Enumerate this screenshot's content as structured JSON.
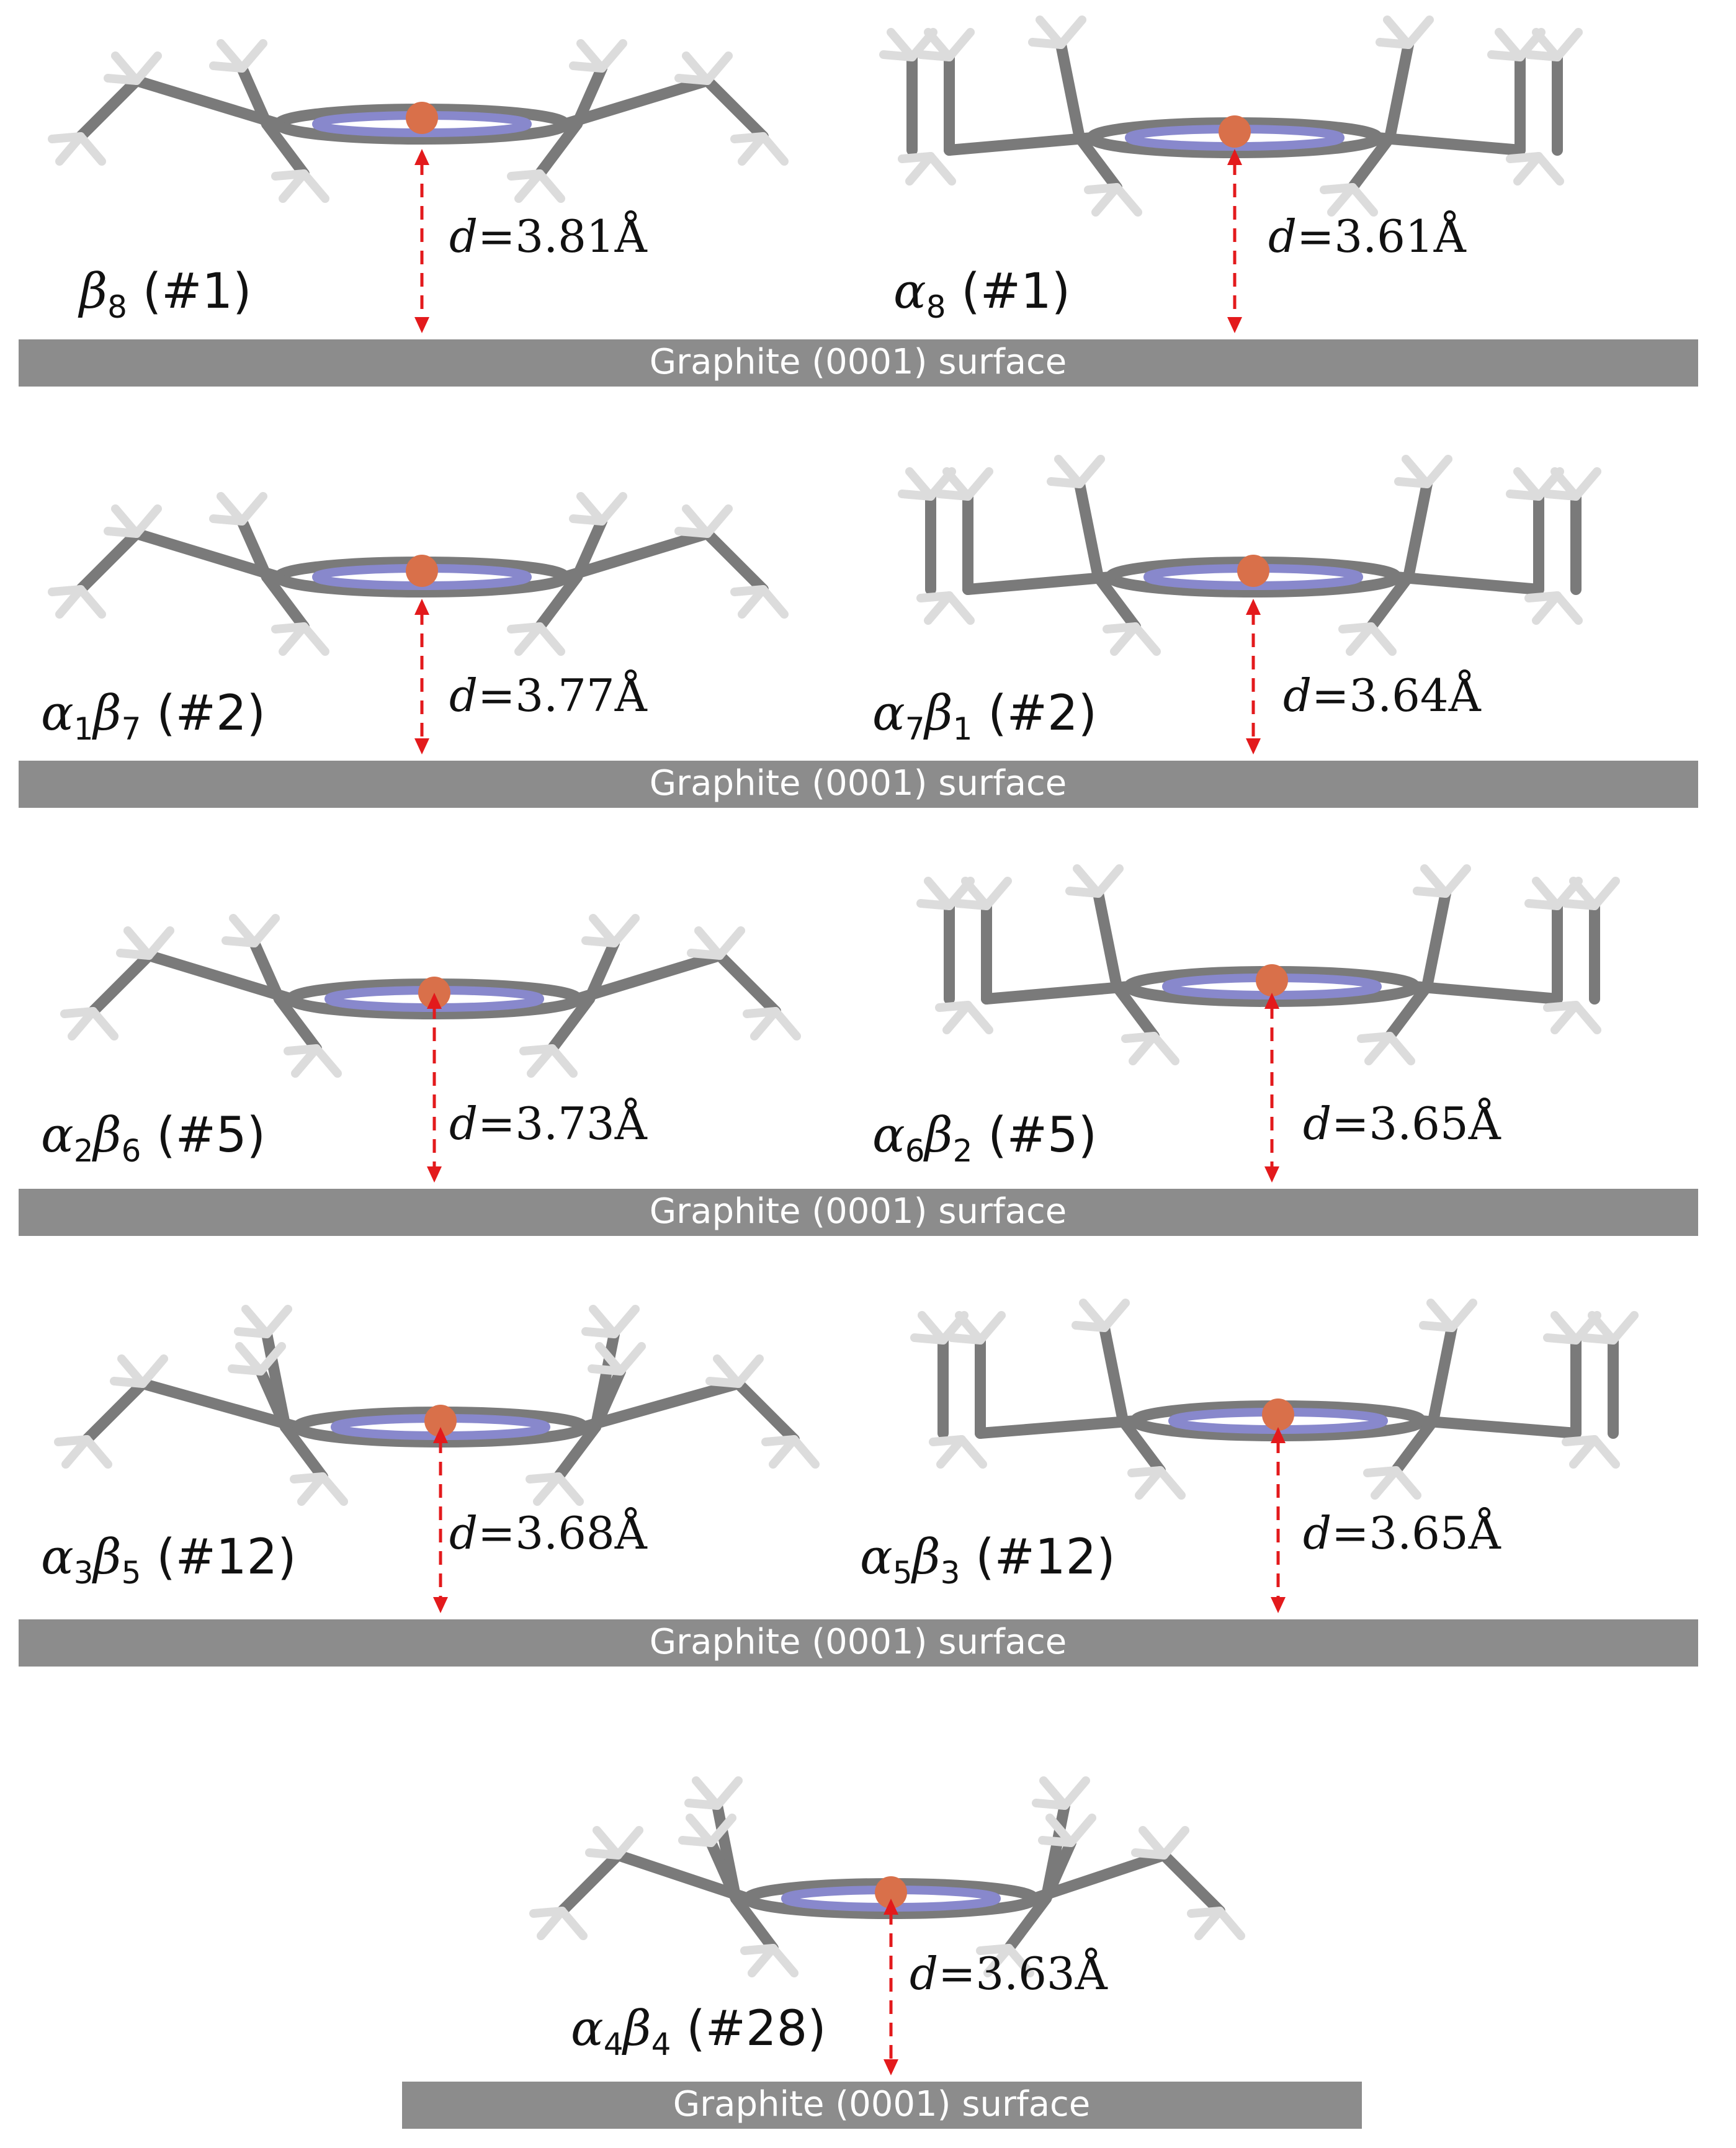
{
  "surface_label": "Graphite (0001) surface",
  "colors": {
    "surface_bar": "#8c8c8c",
    "arrow": "#e31a1c",
    "carbon": "#7a7a7a",
    "hydrogen": "#dcdcdc",
    "nitrogen": "#8888cc",
    "metal": "#d9704a"
  },
  "panels": [
    {
      "id": "p1",
      "greek": "β",
      "a_sub": "",
      "b_sub": "8",
      "a_greek": "",
      "paren": "(#1)",
      "d_var": "d",
      "d_value": "=3.81Å",
      "style": "beta"
    },
    {
      "id": "p2",
      "greek": "α",
      "a_sub": "8",
      "b_sub": "",
      "a_greek": "",
      "paren": "(#1)",
      "d_var": "d",
      "d_value": "=3.61Å",
      "style": "alpha"
    },
    {
      "id": "p3",
      "a_sub": "1",
      "b_sub": "7",
      "paren": "(#2)",
      "d_var": "d",
      "d_value": "=3.77Å",
      "style": "beta"
    },
    {
      "id": "p4",
      "a_sub": "7",
      "b_sub": "1",
      "paren": "(#2)",
      "d_var": "d",
      "d_value": "=3.64Å",
      "style": "alpha"
    },
    {
      "id": "p5",
      "a_sub": "2",
      "b_sub": "6",
      "paren": "(#5)",
      "d_var": "d",
      "d_value": "=3.73Å",
      "style": "beta"
    },
    {
      "id": "p6",
      "a_sub": "6",
      "b_sub": "2",
      "paren": "(#5)",
      "d_var": "d",
      "d_value": "=3.65Å",
      "style": "alpha"
    },
    {
      "id": "p7",
      "a_sub": "3",
      "b_sub": "5",
      "paren": "(#12)",
      "d_var": "d",
      "d_value": "=3.68Å",
      "style": "mixed"
    },
    {
      "id": "p8",
      "a_sub": "5",
      "b_sub": "3",
      "paren": "(#12)",
      "d_var": "d",
      "d_value": "=3.65Å",
      "style": "alpha"
    },
    {
      "id": "p9",
      "a_sub": "4",
      "b_sub": "4",
      "paren": "(#28)",
      "d_var": "d",
      "d_value": "=3.63Å",
      "style": "mixed"
    }
  ]
}
